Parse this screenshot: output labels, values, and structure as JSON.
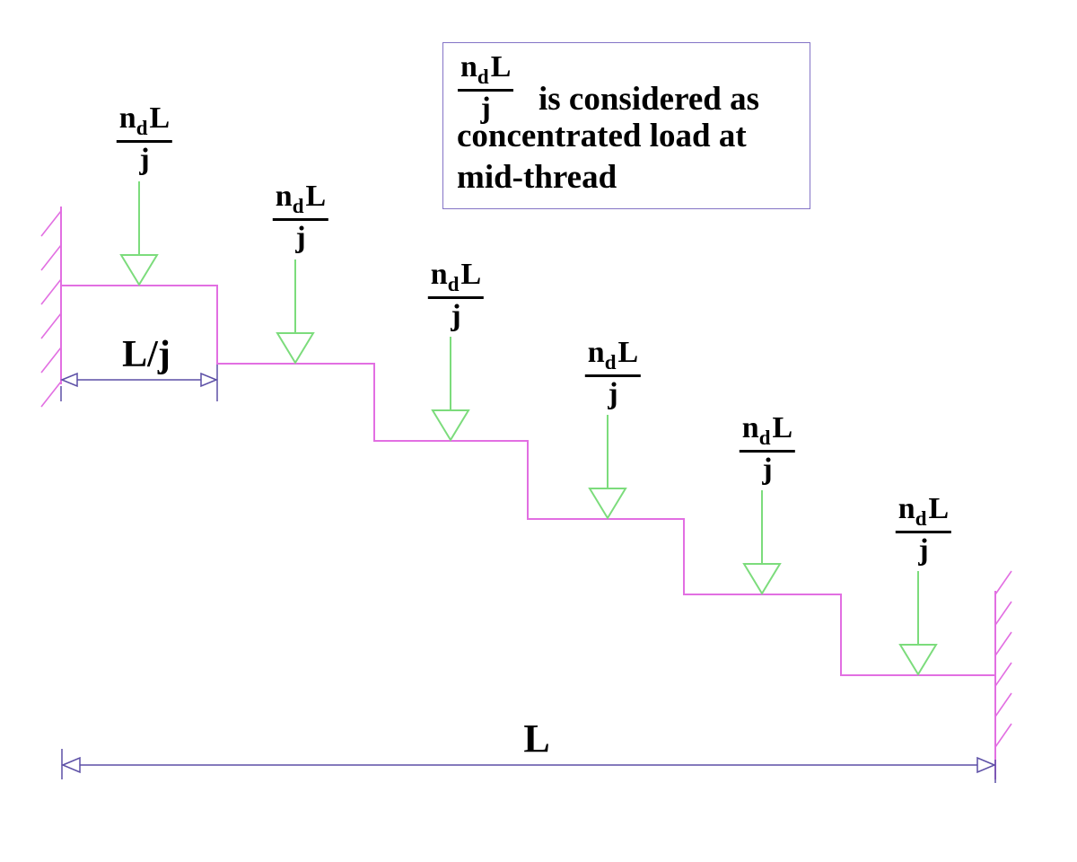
{
  "note": {
    "fraction": {
      "base": "n",
      "subscript": "d",
      "factor": "L",
      "denominator": "j"
    },
    "text_after_fraction": "is considered as",
    "line2": "concentrated load at",
    "line3": "mid-thread"
  },
  "load_label": {
    "base": "n",
    "subscript": "d",
    "factor": "L",
    "denominator": "j"
  },
  "dimensions": {
    "step_width_label": "L/j",
    "total_span_label": "L"
  },
  "diagram": {
    "type": "stair-loading-diagram",
    "step_count": 6,
    "load_count": 6,
    "arrow_direction": "down",
    "supports": [
      "left-hatched-wall",
      "right-hatched-wall"
    ]
  },
  "colors": {
    "stair": "#e26fe2",
    "arrow": "#7cdc7c",
    "dim": "#5c4fa6",
    "noteBorder": "#8474c6",
    "text": "#000000"
  }
}
